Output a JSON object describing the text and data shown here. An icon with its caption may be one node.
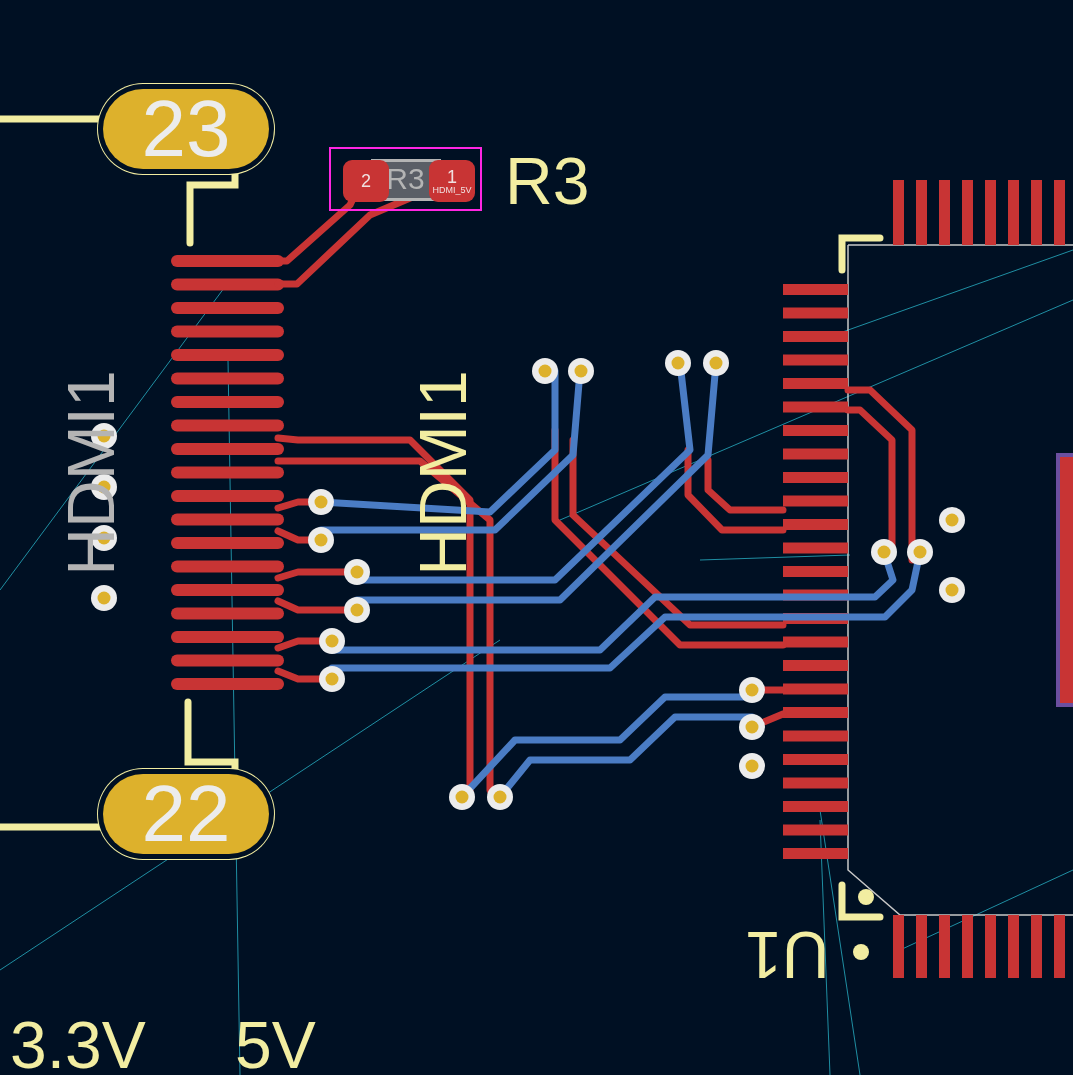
{
  "diagram": {
    "nodes": [
      {
        "text": [
          "23"
        ]
      },
      {
        "text": [
          "22"
        ]
      },
      {
        "text": [
          "R3"
        ]
      },
      {
        "text": [
          "2"
        ],
        "in": 2
      },
      {
        "text": [
          "1",
          "HDMI_5V"
        ],
        "in": 2
      }
    ],
    "labels": [
      "R3",
      "HDMI1",
      "HDMI1",
      "U1",
      "3.3V",
      "5V"
    ]
  }
}
